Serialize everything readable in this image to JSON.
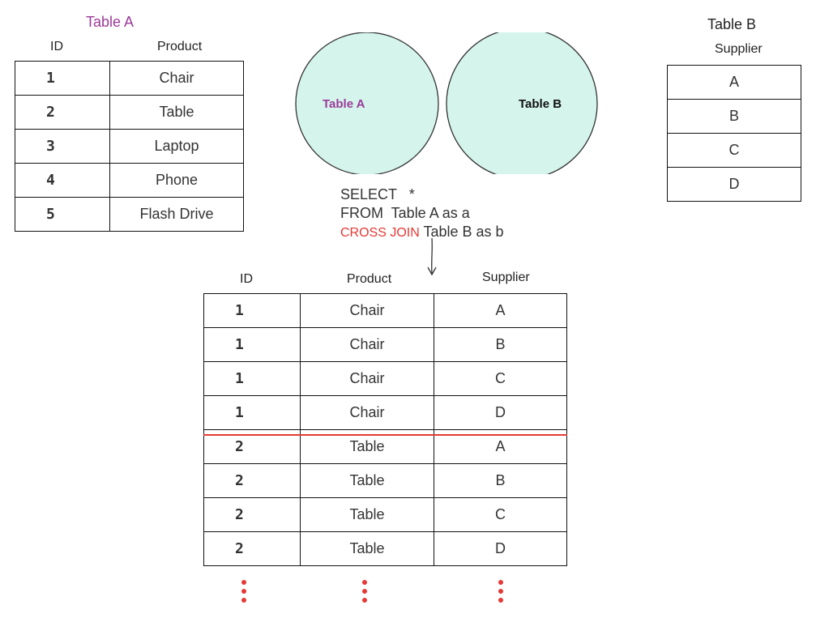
{
  "table_a": {
    "caption": "Table A",
    "caption_color": "#9c3b9a",
    "headers": [
      "ID",
      "Product"
    ],
    "rows": [
      {
        "id": "1",
        "product": "Chair"
      },
      {
        "id": "2",
        "product": "Table"
      },
      {
        "id": "3",
        "product": "Laptop"
      },
      {
        "id": "4",
        "product": "Phone"
      },
      {
        "id": "5",
        "product": "Flash Drive"
      }
    ]
  },
  "table_b": {
    "caption": "Table B",
    "headers": [
      "Supplier"
    ],
    "rows": [
      "A",
      "B",
      "C",
      "D"
    ]
  },
  "venn": {
    "left_label": "Table A",
    "right_label": "Table B",
    "fill": "#d5f5ec",
    "left_label_color": "#9c3b9a"
  },
  "sql": {
    "line1": "SELECT   *",
    "line2": "FROM  Table A as a",
    "line3_keyword": "CROSS JOIN",
    "line3_rest": " Table B as b"
  },
  "result": {
    "headers": [
      "ID",
      "Product",
      "Supplier"
    ],
    "rows": [
      {
        "id": "1",
        "product": "Chair",
        "supplier": "A"
      },
      {
        "id": "1",
        "product": "Chair",
        "supplier": "B"
      },
      {
        "id": "1",
        "product": "Chair",
        "supplier": "C"
      },
      {
        "id": "1",
        "product": "Chair",
        "supplier": "D"
      },
      {
        "id": "2",
        "product": "Table",
        "supplier": "A"
      },
      {
        "id": "2",
        "product": "Table",
        "supplier": "B"
      },
      {
        "id": "2",
        "product": "Table",
        "supplier": "C"
      },
      {
        "id": "2",
        "product": "Table",
        "supplier": "D"
      }
    ],
    "separator_color": "#e53935"
  }
}
